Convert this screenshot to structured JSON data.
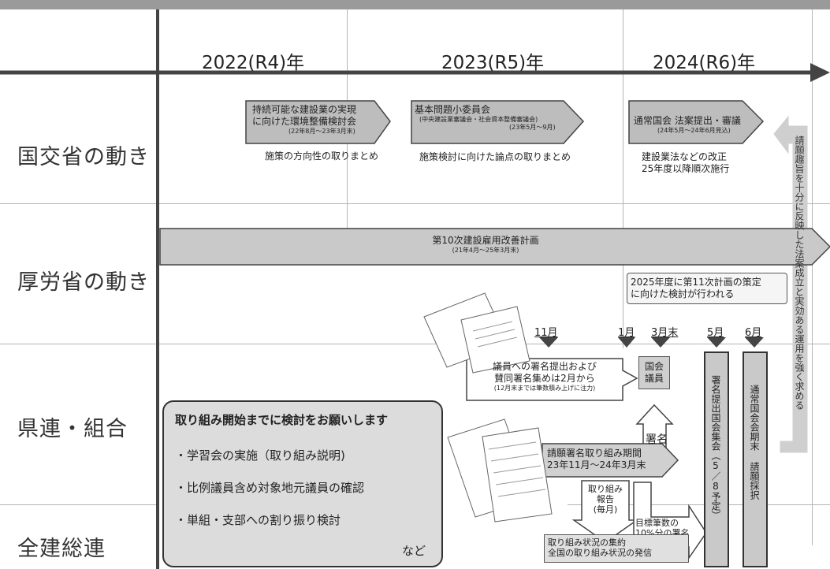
{
  "years": {
    "y2022": "2022(R4)年",
    "y2023": "2023(R5)年",
    "y2024": "2024(R6)年"
  },
  "rows": {
    "mlit": "国交省の動き",
    "mhlw": "厚労省の動き",
    "pref": "県連・組合",
    "zenkensoren": "全建総連"
  },
  "mlit": {
    "arrow1": {
      "line1": "持続可能な建設業の実現",
      "line2": "に向けた環境整備検討会",
      "period": "(22年8月〜23年3月末)"
    },
    "arrow1_caption": "施策の方向性の取りまとめ",
    "arrow2": {
      "line1": "基本問題小委員会",
      "line2": "(中央建設業審議会・社会資本整備審議会)",
      "period": "(23年5月〜9月)"
    },
    "arrow2_caption": "施策検討に向けた論点の取りまとめ",
    "arrow3": {
      "line1": "通常国会 法案提出・審議",
      "period": "(24年5月〜24年6月見込)"
    },
    "arrow3_caption_1": "建設業法などの改正",
    "arrow3_caption_2": "25年度以降順次施行"
  },
  "mhlw": {
    "plan": "第10次建設雇用改善計画",
    "plan_period": "(21年4月〜25年3月末)",
    "next_plan_1": "2025年度に第11次計画の策定",
    "next_plan_2": "に向けた検討が行われる"
  },
  "petition_side": "請願趣旨を十分に反映した法案成立と実効ある運用を強く求める",
  "months": {
    "nov": "11月",
    "jan": "1月",
    "mar_end": "3月末",
    "may": "5月",
    "jun": "6月"
  },
  "pref": {
    "callout_1": "議員への署名提出および",
    "callout_2": "賛同署名集めは2月から",
    "callout_note": "(12月末までは筆数積み上げに注力)",
    "diet_member_1": "国会",
    "diet_member_2": "議員",
    "signature": "署名",
    "request_title": "取り組み開始までに検討をお願いします",
    "request_items": [
      "・学習会の実施（取り組み説明)",
      "・比例議員含め対象地元議員の確認",
      "・単組・支部への割り振り検討"
    ],
    "request_etc": "など",
    "campaign_1": "請願署名取り組み期間",
    "campaign_2": "23年11月〜24年3月末",
    "report_1": "取り組み",
    "report_2": "報告",
    "report_3": "(毎月)",
    "target_1": "目標筆数の",
    "target_2": "10%分の署名",
    "collect_1": "取り組み状況の集約",
    "collect_2": "全国の取り組み状況の発信",
    "rally": "署名提出国会集会（5／8予定）",
    "adopt": "通常国会会期末 請願採択"
  }
}
